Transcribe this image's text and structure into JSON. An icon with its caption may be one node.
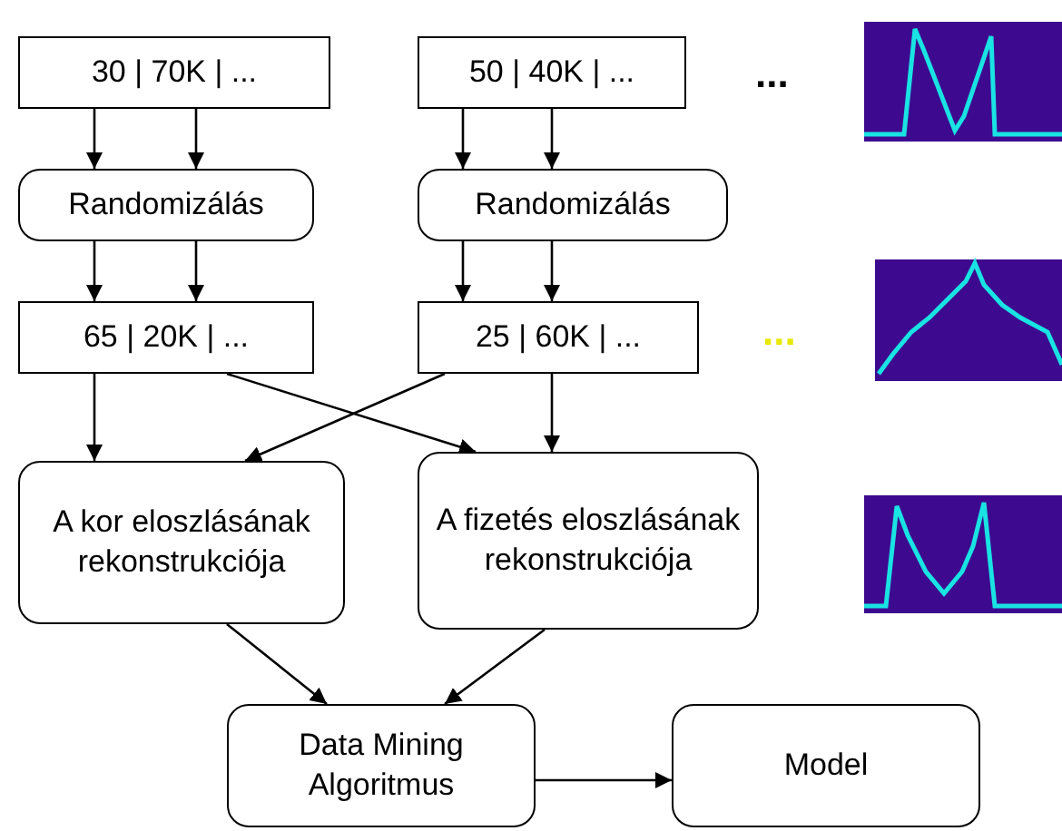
{
  "diagram": {
    "nodes": [
      {
        "text": [
          "30 | 70K | ..."
        ]
      },
      {
        "text": [
          "50 | 40K | ..."
        ]
      },
      {
        "text": [
          "Randomizálás"
        ]
      },
      {
        "text": [
          "Randomizálás"
        ]
      },
      {
        "text": [
          "65 | 20K | ..."
        ]
      },
      {
        "text": [
          "25 | 60K | ..."
        ]
      },
      {
        "text": [
          "A kor eloszlásának rekonstrukciója"
        ]
      },
      {
        "text": [
          "A fizetés eloszlásának rekonstrukciója"
        ]
      },
      {
        "text": [
          "Data Mining Algoritmus"
        ]
      },
      {
        "text": [
          "Model"
        ]
      }
    ],
    "edges": [
      {
        "from": 0,
        "to": 2,
        "arrow": "to"
      },
      {
        "from": 0,
        "to": 2,
        "arrow": "to"
      },
      {
        "from": 1,
        "to": 3,
        "arrow": "to"
      },
      {
        "from": 1,
        "to": 3,
        "arrow": "to"
      },
      {
        "from": 2,
        "to": 4,
        "arrow": "to"
      },
      {
        "from": 2,
        "to": 4,
        "arrow": "to"
      },
      {
        "from": 3,
        "to": 5,
        "arrow": "to"
      },
      {
        "from": 3,
        "to": 5,
        "arrow": "to"
      },
      {
        "from": 4,
        "to": 6,
        "arrow": "to"
      },
      {
        "from": 4,
        "to": 7,
        "arrow": "to"
      },
      {
        "from": 5,
        "to": 6,
        "arrow": "to"
      },
      {
        "from": 5,
        "to": 7,
        "arrow": "to"
      },
      {
        "from": 6,
        "to": 8,
        "arrow": "to"
      },
      {
        "from": 7,
        "to": 8,
        "arrow": "to"
      },
      {
        "from": 8,
        "to": 9,
        "arrow": "to"
      }
    ],
    "labels": [
      "...",
      "..."
    ]
  }
}
